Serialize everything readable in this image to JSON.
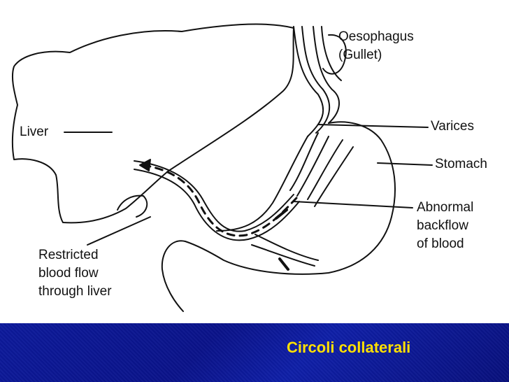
{
  "diagram": {
    "labels": {
      "oesophagus": "Oesophagus",
      "gullet": "(Gullet)",
      "liver": "Liver",
      "varices": "Varices",
      "stomach": "Stomach",
      "backflow": [
        "Abnormal",
        "backflow",
        "of blood"
      ],
      "restricted": [
        "Restricted",
        "blood flow",
        "through liver"
      ]
    }
  },
  "footer": {
    "title": "Circoli collaterali"
  },
  "colors": {
    "footer_bg": "#0c1a9c",
    "footer_text": "#ffe000",
    "line": "#111111"
  }
}
